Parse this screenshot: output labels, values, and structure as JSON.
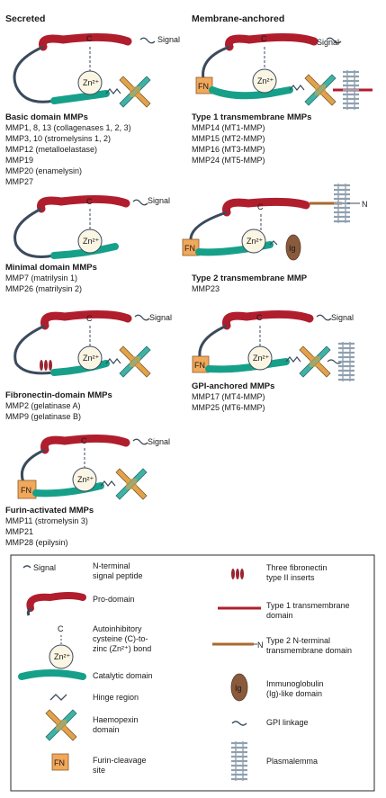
{
  "sections": {
    "secreted": "Secreted",
    "membrane_anchored": "Membrane-anchored"
  },
  "labels": {
    "c": "C",
    "signal": "Signal",
    "zn": "Zn²⁺",
    "fn": "FN",
    "ig": "Ig",
    "n": "N"
  },
  "groups": [
    {
      "title": "Basic domain MMPs",
      "members": [
        "MMP1, 8, 13 (collagenases 1, 2, 3)",
        "MMP3, 10 (stromelysins 1, 2)",
        "MMP12 (metalloelastase)",
        "MMP19",
        "MMP20 (enamelysin)",
        "MMP27"
      ]
    },
    {
      "title": "Type 1 transmembrane MMPs",
      "members": [
        "MMP14 (MT1-MMP)",
        "MMP15 (MT2-MMP)",
        "MMP16 (MT3-MMP)",
        "MMP24 (MT5-MMP)"
      ]
    },
    {
      "title": "Minimal domain MMPs",
      "members": [
        "MMP7 (matrilysin 1)",
        "MMP26 (matrilysin 2)"
      ]
    },
    {
      "title": "Type 2 transmembrane MMP",
      "members": [
        "MMP23"
      ]
    },
    {
      "title": "Fibronectin-domain MMPs",
      "members": [
        "MMP2 (gelatinase A)",
        "MMP9 (gelatinase B)"
      ]
    },
    {
      "title": "GPI-anchored MMPs",
      "members": [
        "MMP17 (MT4-MMP)",
        "MMP25 (MT6-MMP)"
      ]
    },
    {
      "title": "Furin-activated MMPs",
      "members": [
        "MMP11 (stromelysin 3)",
        "MMP21",
        "MMP28 (epilysin)"
      ]
    }
  ],
  "legend": {
    "signal_symbol": "Signal",
    "items": [
      {
        "icon": "signal-peptide-icon",
        "lines": [
          "N-terminal",
          "signal peptide"
        ]
      },
      {
        "icon": "pro-domain-icon",
        "lines": [
          "Pro-domain"
        ]
      },
      {
        "icon": "cysteine-zinc-bond-icon",
        "lines": [
          "Autoinhibitory",
          "cysteine (C)-to-",
          "zinc (Zn²⁺) bond"
        ]
      },
      {
        "icon": "catalytic-domain-icon",
        "lines": [
          "Catalytic domain"
        ]
      },
      {
        "icon": "hinge-region-icon",
        "lines": [
          "Hinge region"
        ]
      },
      {
        "icon": "haemopexin-domain-icon",
        "lines": [
          "Haemopexin",
          "domain"
        ]
      },
      {
        "icon": "furin-cleavage-site-icon",
        "lines": [
          "Furin-cleavage",
          "site"
        ]
      },
      {
        "icon": "fibronectin-insert-icon",
        "lines": [
          "Three fibronectin",
          "type II inserts"
        ]
      },
      {
        "icon": "type1-transmembrane-icon",
        "lines": [
          "Type 1 transmembrane",
          "domain"
        ]
      },
      {
        "icon": "type2-transmembrane-icon",
        "lines": [
          "Type 2 N-terminal",
          "transmembrane domain"
        ]
      },
      {
        "icon": "immunoglobulin-domain-icon",
        "lines": [
          "Immunoglobulin",
          "(Ig)-like domain"
        ]
      },
      {
        "icon": "gpi-linkage-icon",
        "lines": [
          "GPI linkage"
        ]
      },
      {
        "icon": "plasmalemma-icon",
        "lines": [
          "Plasmalemma"
        ]
      }
    ]
  },
  "colors": {
    "pro_domain": "#b01e2d",
    "catalytic": "#16a089",
    "linker": "#3b4a5c",
    "haemopexin_orange": "#e3a24a",
    "haemopexin_teal": "#3fb2a6",
    "fn_box": "#f2a85a",
    "zinc_fill": "#fbf5e3",
    "ig": "#8a5a3c",
    "membrane": "#8fa0b0"
  }
}
